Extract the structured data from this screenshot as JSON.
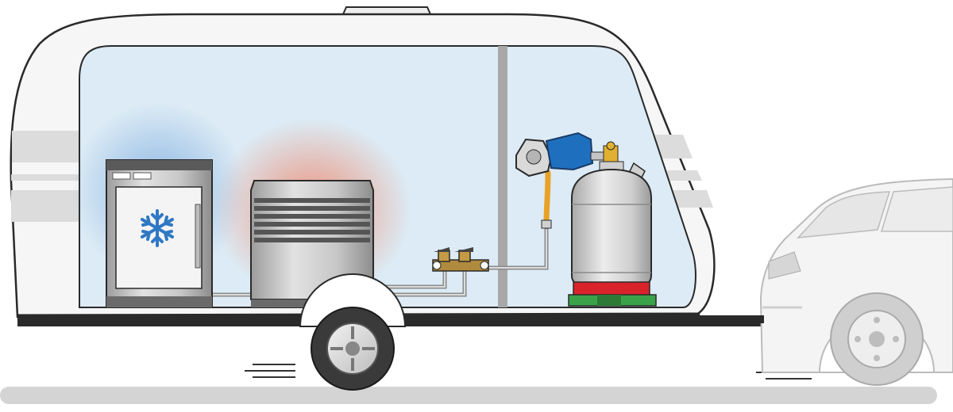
{
  "diagram": {
    "subject": "caravan-gas-supply",
    "parts": [
      {
        "name": "fridge",
        "icon": "snowflake-icon"
      },
      {
        "name": "heater"
      },
      {
        "name": "gas-shutoff-valves"
      },
      {
        "name": "gas-pressure-regulator"
      },
      {
        "name": "gas-cylinder"
      },
      {
        "name": "towing-car"
      }
    ]
  },
  "colors": {
    "interior": "#dcebf5",
    "cold_glow": "#6fa3dc",
    "heat_glow": "#f07a5a",
    "snowflake": "#2f78c4",
    "regulator": "#1f6fbf",
    "hose": "#e8a227",
    "cylinder_base_red": "#d9232b",
    "cylinder_base_green": "#3aa34a",
    "body_outline": "#2a2a2a",
    "road": "#d4d4d4"
  }
}
